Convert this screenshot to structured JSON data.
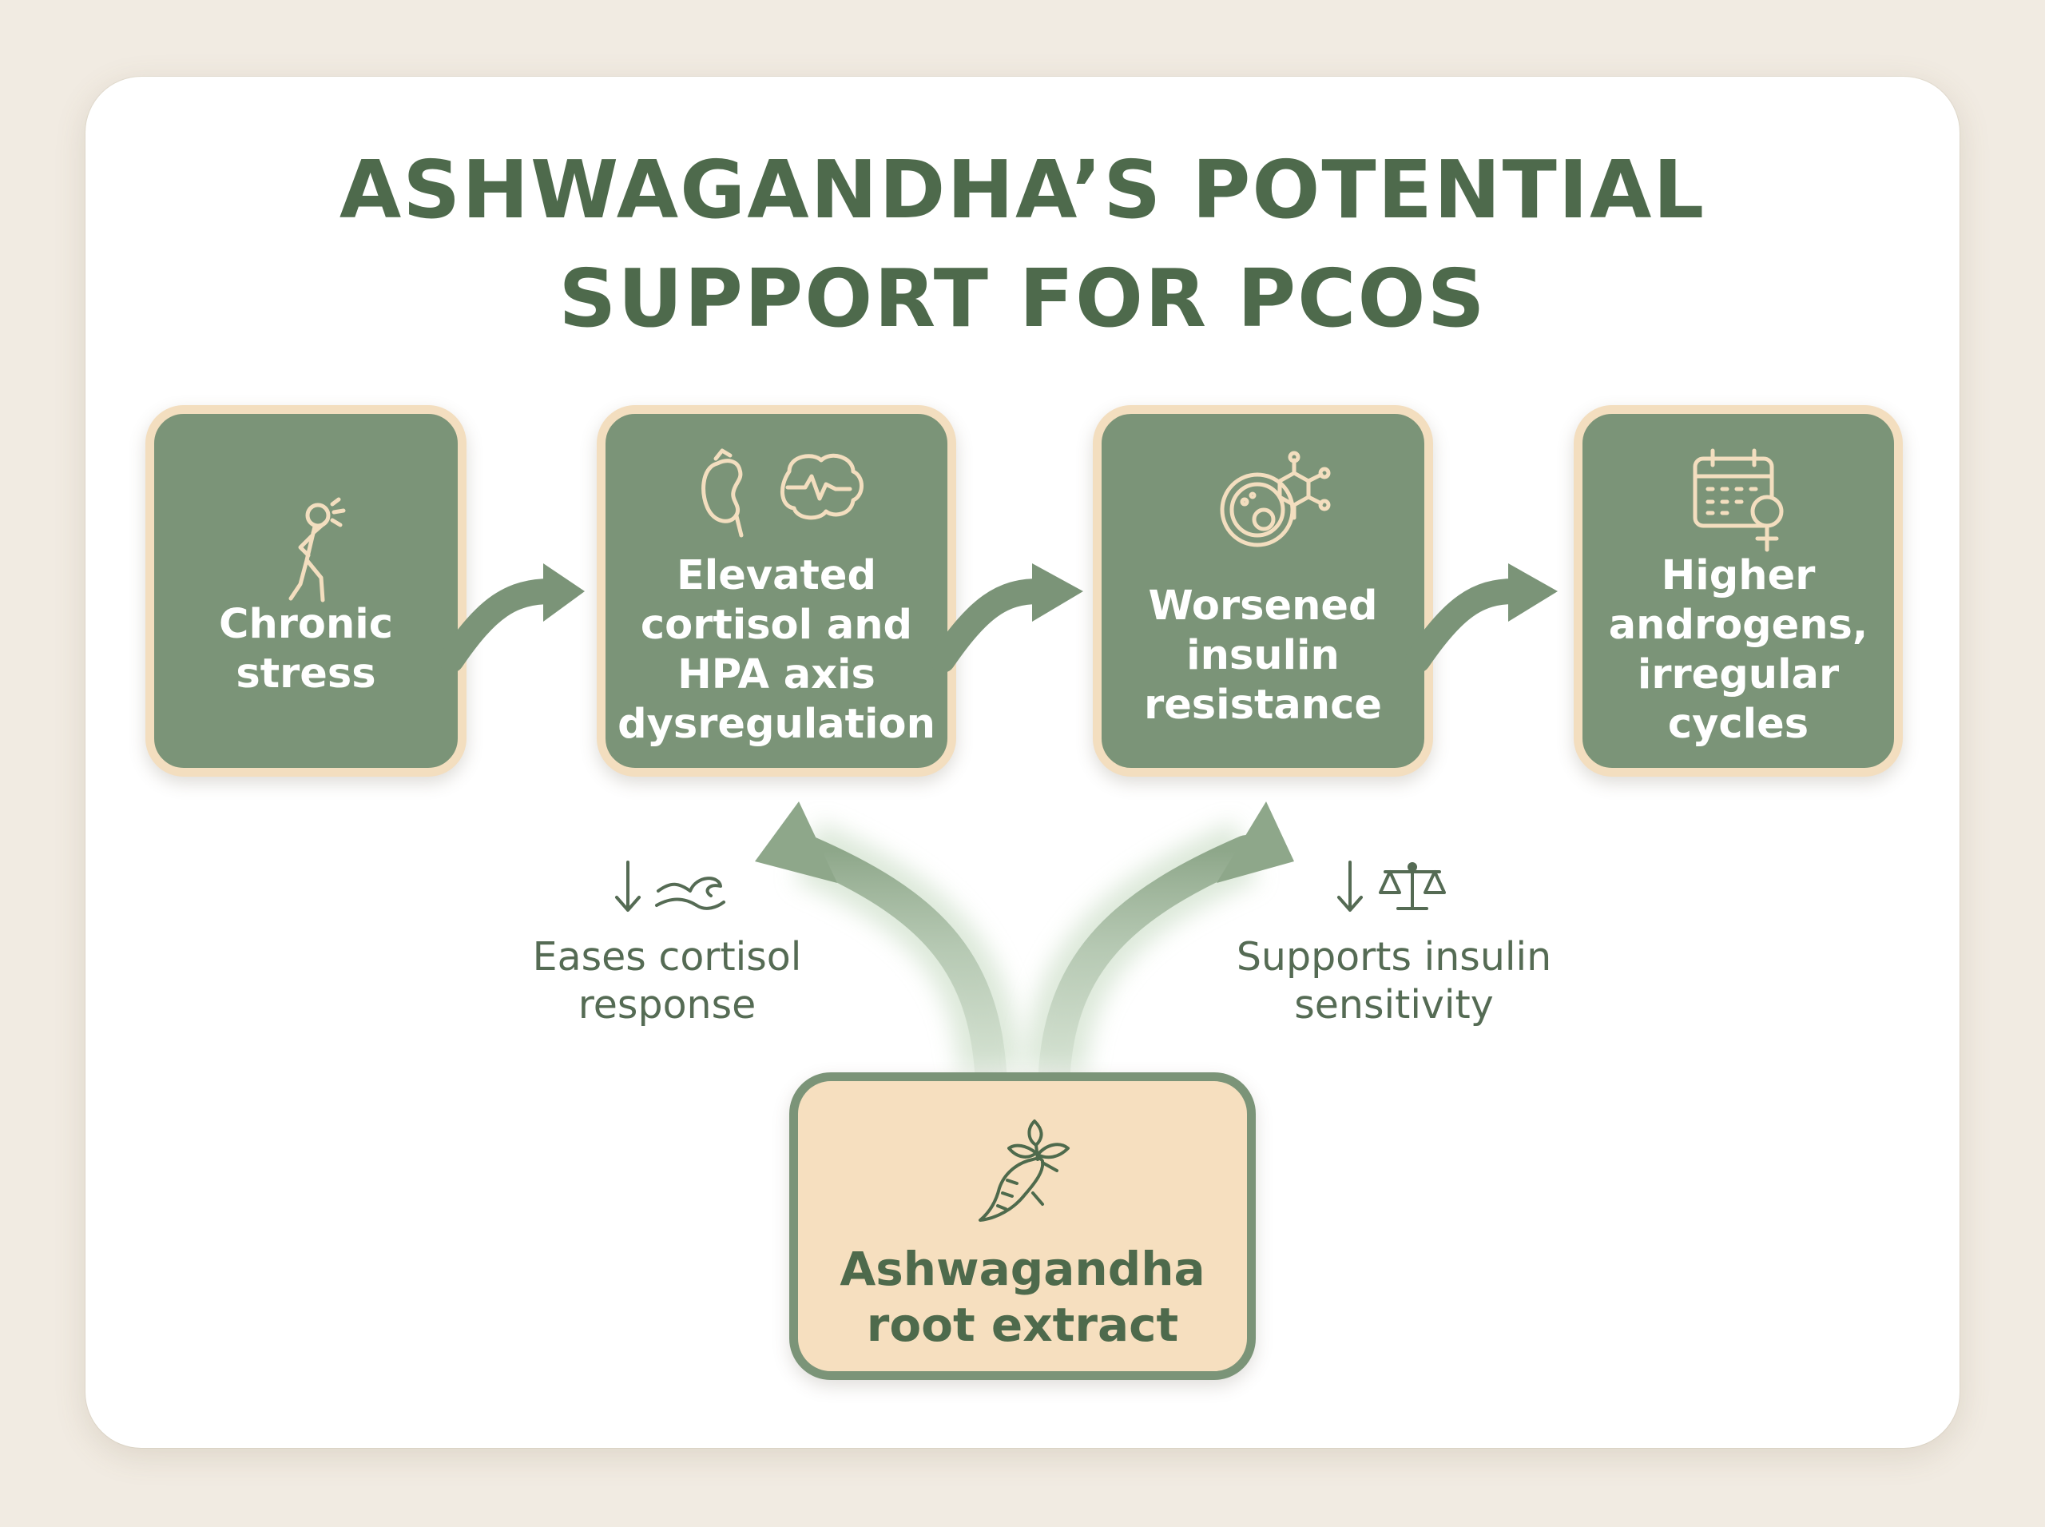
{
  "title": {
    "line1": "ASHWAGANDHA’S POTENTIAL",
    "line2": "SUPPORT FOR PCOS"
  },
  "chain": [
    {
      "label": "Chronic\nstress",
      "icon": "stressed-person-icon"
    },
    {
      "label": "Elevated\ncortisol and\nHPA axis\ndysregulation",
      "icon": "adrenal-brain-icon"
    },
    {
      "label": "Worsened\ninsulin\nresistance",
      "icon": "cell-molecule-icon"
    },
    {
      "label": "Higher\nandrogens,\nirregular\ncycles",
      "icon": "calendar-female-icon"
    }
  ],
  "effects": [
    {
      "label": "Eases cortisol\nresponse",
      "icon": "down-arrow-wave-icon"
    },
    {
      "label": "Supports insulin\nsensitivity",
      "icon": "down-arrow-scale-icon"
    }
  ],
  "source": {
    "label": "Ashwagandha\nroot extract",
    "icon": "ashwagandha-root-icon"
  },
  "colors": {
    "box_fill": "#7b9478",
    "box_border": "#f3debf",
    "source_fill": "#f6dfbf",
    "text_dark": "#4e6a4c",
    "arrow": "#7b9478",
    "arrow_light": "#a9bea6"
  }
}
